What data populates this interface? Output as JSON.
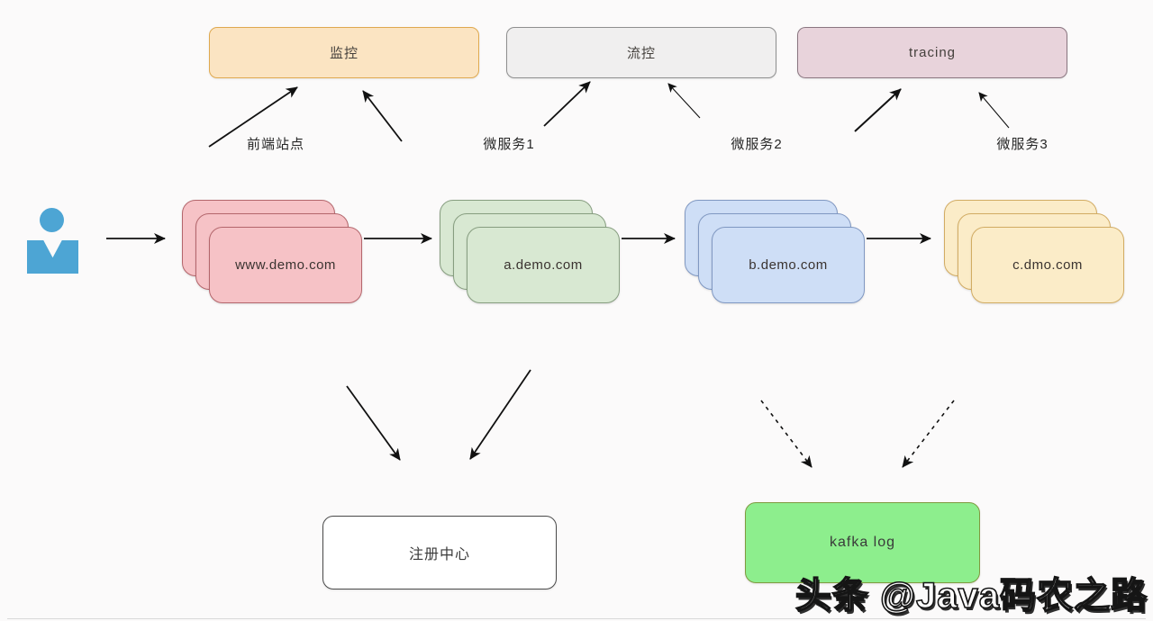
{
  "background_color": "#fbfafa",
  "top_services": [
    {
      "label": "监控",
      "fill": "#fbe4c2",
      "border": "#dfa94f"
    },
    {
      "label": "流控",
      "fill": "#f0efef",
      "border": "#8f8f8f"
    },
    {
      "label": "tracing",
      "fill": "#e8d3db",
      "border": "#8a7680"
    }
  ],
  "callers": [
    {
      "label": "前端站点"
    },
    {
      "label": "微服务1"
    },
    {
      "label": "微服务2"
    },
    {
      "label": "微服务3"
    }
  ],
  "clusters": [
    {
      "label": "www.demo.com",
      "fill": "#f6c2c6",
      "border": "#b4666c"
    },
    {
      "label": "a.demo.com",
      "fill": "#d8e8d2",
      "border": "#879e80"
    },
    {
      "label": "b.demo.com",
      "fill": "#cedef6",
      "border": "#8098c2"
    },
    {
      "label": "c.dmo.com",
      "fill": "#fbecc8",
      "border": "#d2ac63"
    }
  ],
  "registry": {
    "label": "注册中心",
    "fill": "#ffffff",
    "border": "#4a4a4a"
  },
  "kafka": {
    "label": "kafka log",
    "fill": "#8dee8d",
    "border": "#7f9a3f"
  },
  "user": {
    "icon": "user-icon",
    "color": "#4da5d4"
  },
  "watermark": {
    "text": "头条 @Java码农之路"
  },
  "arrow_color": "#111111"
}
